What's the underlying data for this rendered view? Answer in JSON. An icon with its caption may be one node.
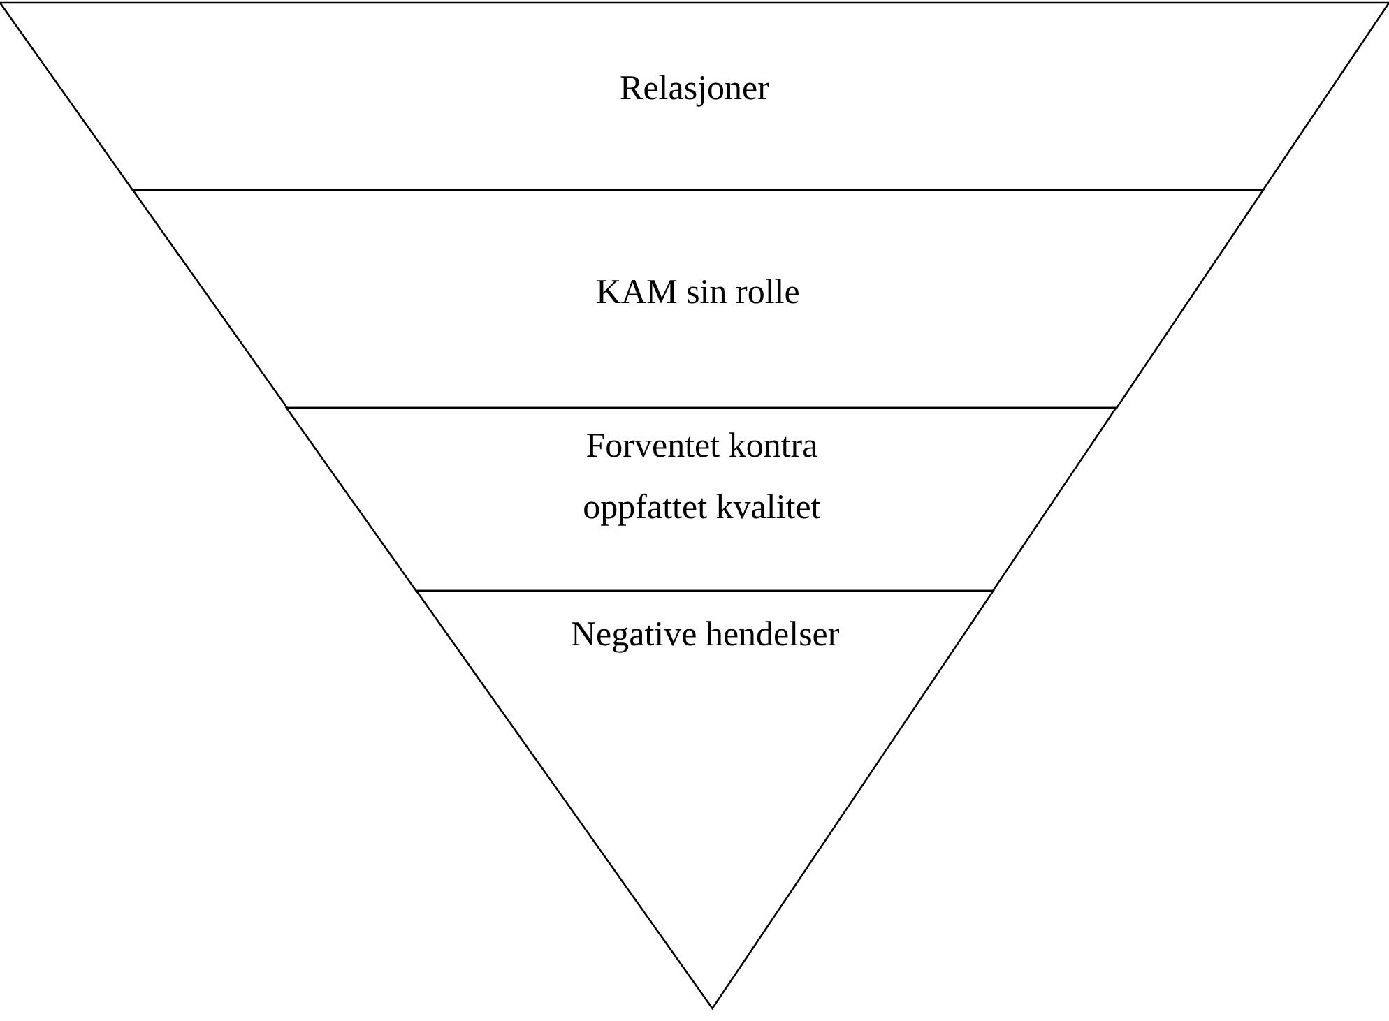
{
  "diagram": {
    "nodes": [
      {
        "text": [
          "Relasjoner"
        ]
      },
      {
        "text": [
          "KAM sin rolle"
        ]
      },
      {
        "text": [
          "Forventet kontra oppfattet kvalitet"
        ]
      },
      {
        "text": [
          "Negative hendelser"
        ]
      }
    ]
  }
}
